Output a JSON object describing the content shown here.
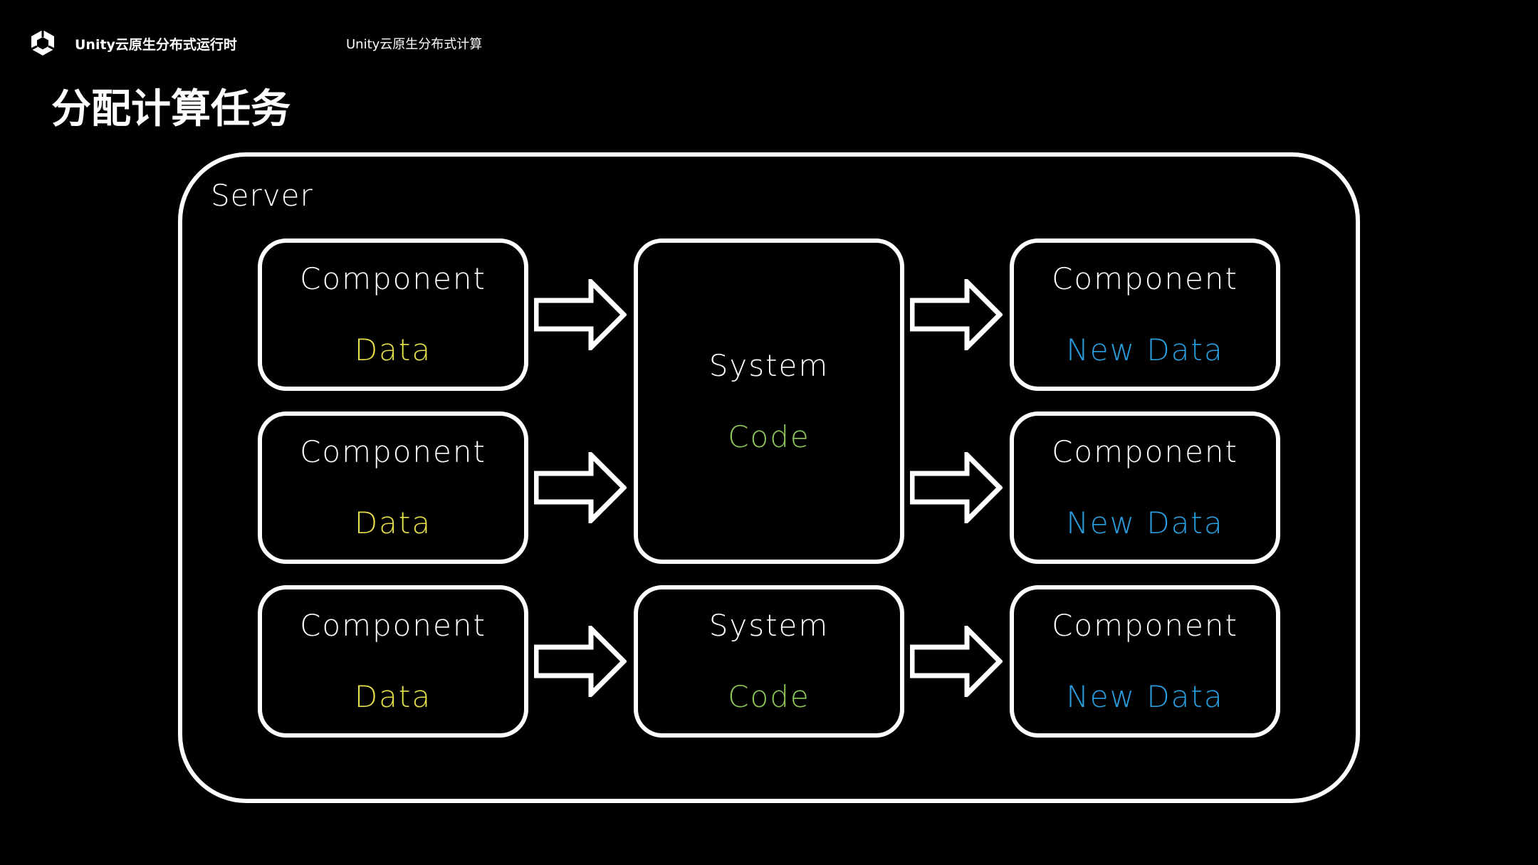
{
  "header": {
    "brand": "Unity云原生分布式运行时",
    "subtitle": "Unity云原生分布式计算",
    "title": "分配计算任务"
  },
  "diagram": {
    "server_label": "Server",
    "inputs": [
      {
        "title": "Component",
        "value": "Data"
      },
      {
        "title": "Component",
        "value": "Data"
      },
      {
        "title": "Component",
        "value": "Data"
      }
    ],
    "systems": [
      {
        "title": "System",
        "value": "Code"
      },
      {
        "title": "System",
        "value": "Code"
      }
    ],
    "outputs": [
      {
        "title": "Component",
        "value": "New Data"
      },
      {
        "title": "Component",
        "value": "New Data"
      },
      {
        "title": "Component",
        "value": "New Data"
      }
    ]
  },
  "colors": {
    "data": "#e6e04a",
    "code": "#8fc75a",
    "new_data": "#2a9fe0"
  }
}
